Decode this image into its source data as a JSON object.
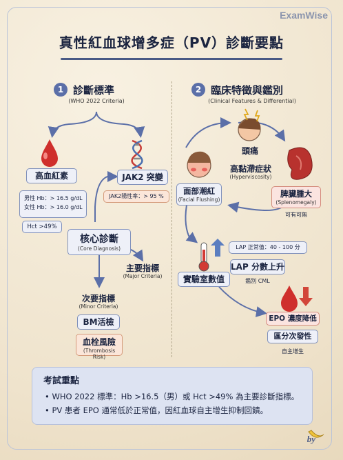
{
  "brand": "ExamWise",
  "title": "真性紅血球增多症（PV）診斷要點",
  "left": {
    "num": "1",
    "heading": "診斷標準",
    "sub": "(WHO 2022 Criteria)",
    "hb_box": "高血紅素",
    "male": "男性 Hb：> 16.5 g/dL",
    "female": "女性 Hb：> 16.0 g/dL",
    "hct": "Hct >49%",
    "jak2_box": "JAK2 突變",
    "jak2_pos": "JAK2陽性率：> 95 %",
    "core_box": "核心診斷",
    "core_sub": "(Core Diagnosis)",
    "major": "主要指標",
    "major_sub": "(Major Criteria)",
    "minor": "次要指標",
    "minor_sub": "(Minor Criteria)",
    "bm_box": "BM活檢",
    "thrombo_box": "血栓風險",
    "thrombo_sub": "(Thrombosis Risk)"
  },
  "right": {
    "num": "2",
    "heading": "臨床特徵與鑑別",
    "sub": "(Clinical Features & Differential)",
    "headache": "頭痛",
    "hyper": "高黏滯症狀",
    "hyper_sub": "(Hyperviscosity)",
    "flush_box": "面部潮紅",
    "flush_sub": "(Facial Flushing)",
    "spleen_box": "脾臟腫大",
    "spleen_sub": "(Splenomegaly)",
    "spleen_note": "可有可無",
    "lap_range": "LAP 正常值：40 - 100 分",
    "lap_box": "LAP 分數上升",
    "lap_note": "鑑別 CML",
    "lab_box": "實驗室數值",
    "epo_box": "EPO 濃度降低",
    "sec_box": "區分次發性",
    "auto": "自主增生"
  },
  "exam": {
    "title": "考試重點",
    "items": [
      "WHO 2022 標準：Hb >16.5（男）或 Hct >49% 為主要診斷指標。",
      "PV 患者 EPO 通常低於正常值，因紅血球自主增生抑制回饋。"
    ]
  },
  "by": "by",
  "colors": {
    "accent": "#5b6fa8",
    "blood": "#d0302f",
    "paper": "#f3ead8",
    "box": "#eef0f8"
  }
}
